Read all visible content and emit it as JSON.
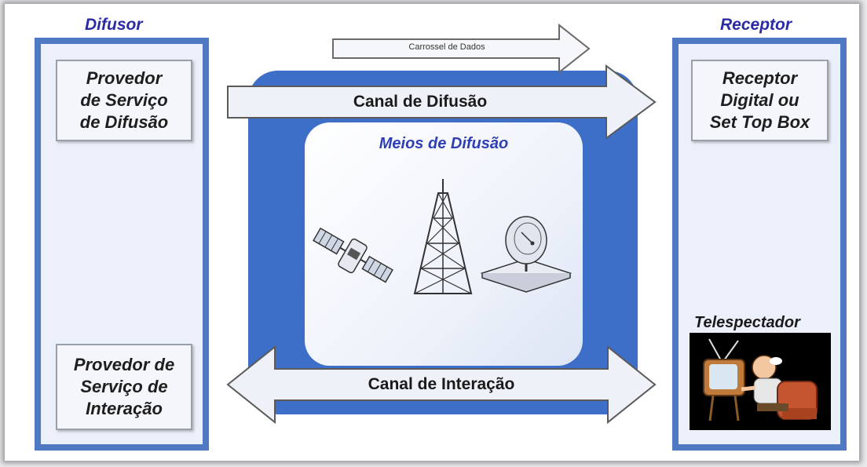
{
  "difusor": {
    "title": "Difusor",
    "provedor_difusao": "Provedor\nde Serviço\nde Difusão",
    "provedor_interacao": "Provedor de\nServiço de\nInteração"
  },
  "receptor": {
    "title": "Receptor",
    "receptor_digital": "Receptor\nDigital ou\nSet Top Box",
    "telespectador": "Telespectador"
  },
  "center": {
    "carrossel": "Carrossel de Dados",
    "canal_difusao": "Canal de Difusão",
    "meios": "Meios de Difusão",
    "canal_interacao": "Canal de Interação"
  },
  "colors": {
    "blue_border": "#4f79c2",
    "blue_center": "#3d6fc9",
    "title_blue": "#2b2ba6"
  },
  "icons": [
    "satellite-icon",
    "broadcast-tower-icon",
    "satellite-dish-icon",
    "tv-viewer-illustration"
  ]
}
